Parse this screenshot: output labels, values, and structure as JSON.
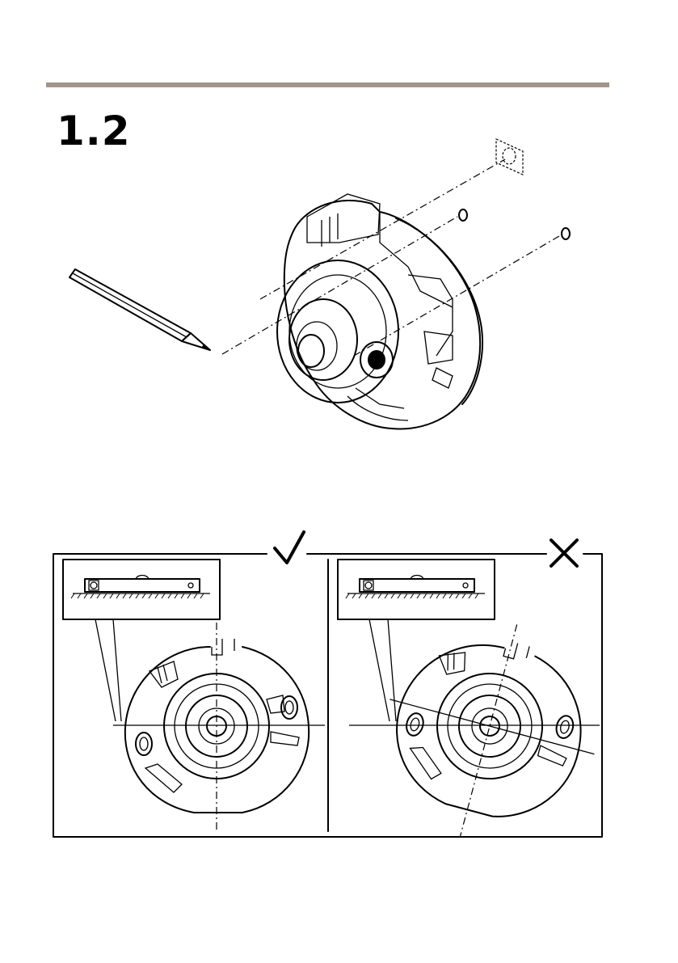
{
  "header": {
    "step_number": "1.2"
  },
  "colors": {
    "rule": "#a39388",
    "ink": "#000000"
  },
  "illustration": {
    "top_items": [
      "pencil-icon",
      "camera-housing",
      "mounting-hole-outline",
      "screw-hole-marks"
    ],
    "comparison": {
      "correct_mark_icon": "checkmark-icon",
      "incorrect_mark_icon": "cross-icon"
    }
  }
}
